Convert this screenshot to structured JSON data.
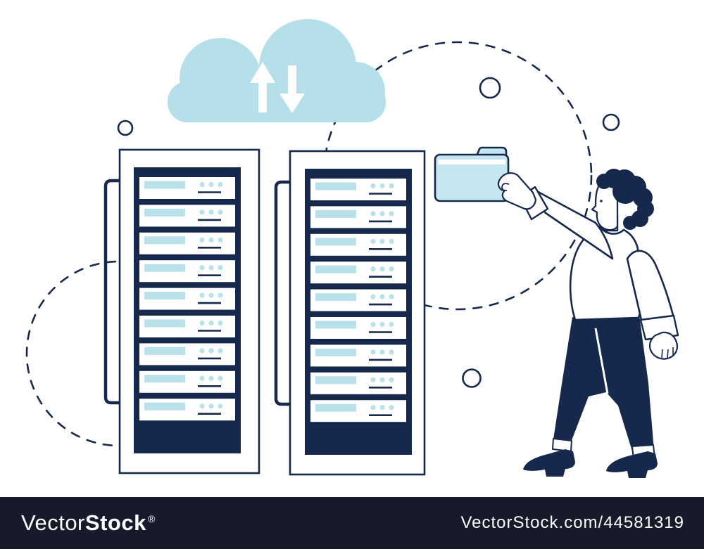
{
  "watermark_bar": {
    "brand_light": "Vector",
    "brand_bold": "Stock",
    "registered_symbol": "®",
    "site_url": "VectorStock.com/44581319",
    "background_color": "#161a2b",
    "text_color": "#ffffff"
  },
  "illustration": {
    "description": "Cloud upload/download between two server racks; woman taking a folder of data",
    "colors": {
      "outline_navy": "#16294c",
      "light_blue": "#b9e1ea",
      "cloud_blue": "#b5dfe9",
      "folder_blue": "#c5e7ef",
      "background": "#ffffff"
    },
    "cloud": {
      "icon": "cloud-icon",
      "arrows": [
        {
          "icon": "upload-arrow-icon",
          "direction": "up"
        },
        {
          "icon": "download-arrow-icon",
          "direction": "down"
        }
      ]
    },
    "server_racks": [
      {
        "name": "server-rack-left",
        "units": 9,
        "unit_features": [
          "drive-bar",
          "led-dots",
          "vent-line"
        ]
      },
      {
        "name": "server-rack-right",
        "units": 9,
        "unit_features": [
          "drive-bar",
          "led-dots",
          "vent-line"
        ]
      }
    ],
    "folder": {
      "icon": "folder-icon",
      "held_by": "woman-figure"
    },
    "person": {
      "name": "woman-figure",
      "pose": "walking, arm raised, holding folder",
      "parts": [
        "hair",
        "face",
        "shirt",
        "pants",
        "shoes"
      ]
    },
    "decor": {
      "dashed_circles": 2,
      "small_circles": 4
    }
  }
}
